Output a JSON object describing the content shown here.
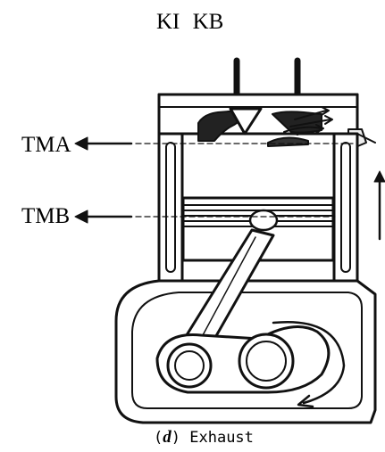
{
  "labels": {
    "valves": "KI   KB",
    "tma": "TMA",
    "tmb": "TMB"
  },
  "caption": {
    "open": "(",
    "letter": "d",
    "close": ")",
    "text": "Exhaust"
  }
}
